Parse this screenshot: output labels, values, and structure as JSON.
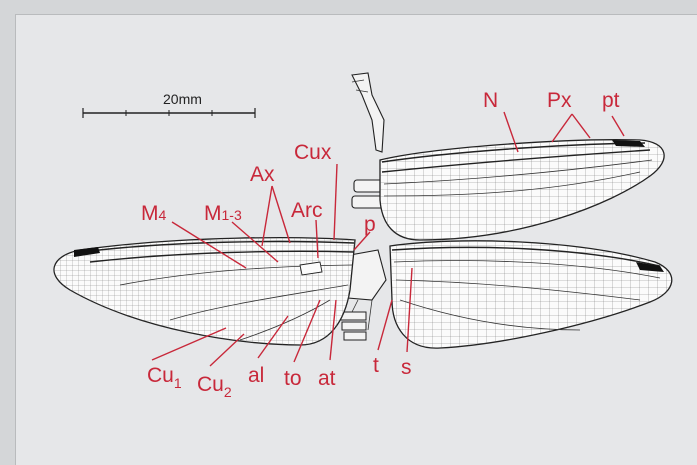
{
  "scale_bar": {
    "text": "20mm"
  },
  "labels": {
    "N": "N",
    "Px": "Px",
    "pt": "pt",
    "Cux": "Cux",
    "Ax": "Ax",
    "Arc": "Arc",
    "M4_main": "M",
    "M4_sub": "4",
    "M13_main": "M",
    "M13_sub": "1-3",
    "p": "p",
    "Cu1_main": "Cu",
    "Cu1_sub": "1",
    "Cu2_main": "Cu",
    "Cu2_sub": "2",
    "al": "al",
    "to": "to",
    "at": "at",
    "t": "t",
    "s": "s"
  }
}
